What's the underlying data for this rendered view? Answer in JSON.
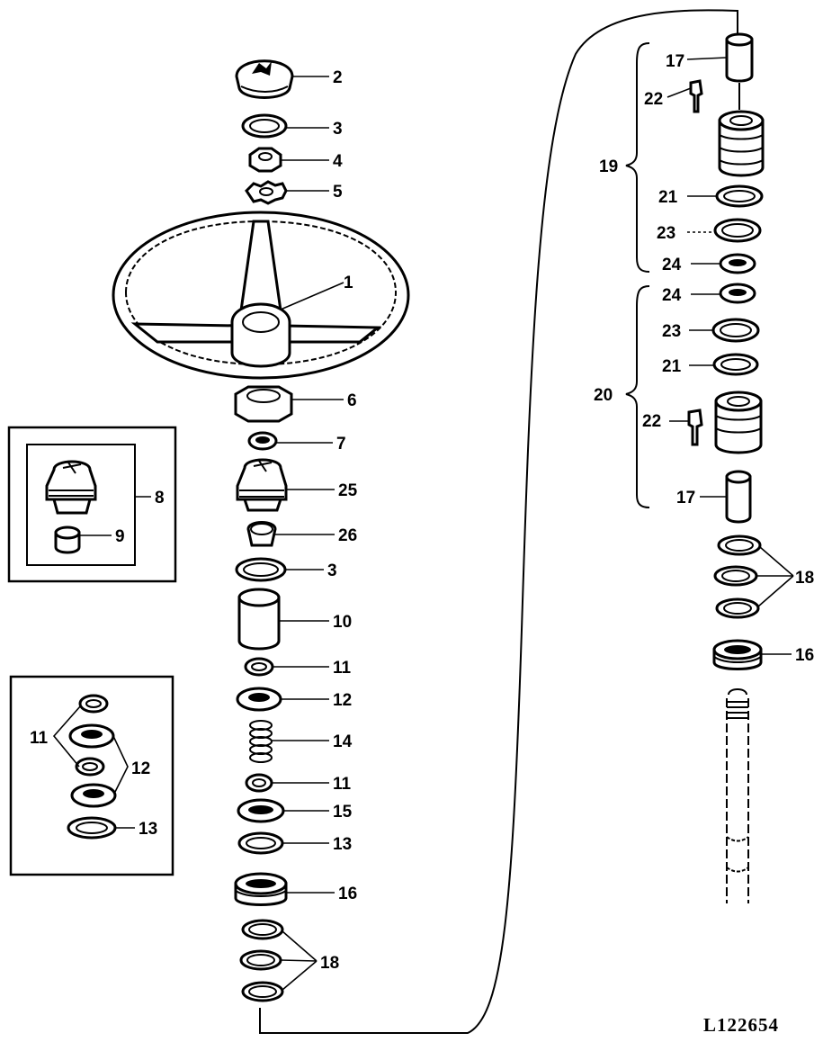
{
  "figure_id": "L122654",
  "callouts": {
    "c1": "1",
    "c2": "2",
    "c3a": "3",
    "c4": "4",
    "c5": "5",
    "c6": "6",
    "c7": "7",
    "c8": "8",
    "c9": "9",
    "c25": "25",
    "c26": "26",
    "c3b": "3",
    "c10": "10",
    "c11a": "11",
    "c12a": "12",
    "c14": "14",
    "c11b": "11",
    "c15": "15",
    "c13a": "13",
    "c16a": "16",
    "c18a": "18",
    "c11c": "11",
    "c12b": "12",
    "c13b": "13",
    "c17a": "17",
    "c22a": "22",
    "c19": "19",
    "c21a": "21",
    "c23a": "23",
    "c24a": "24",
    "c24b": "24",
    "c23b": "23",
    "c21b": "21",
    "c20": "20",
    "c22b": "22",
    "c17b": "17",
    "c18b": "18",
    "c16b": "16"
  }
}
